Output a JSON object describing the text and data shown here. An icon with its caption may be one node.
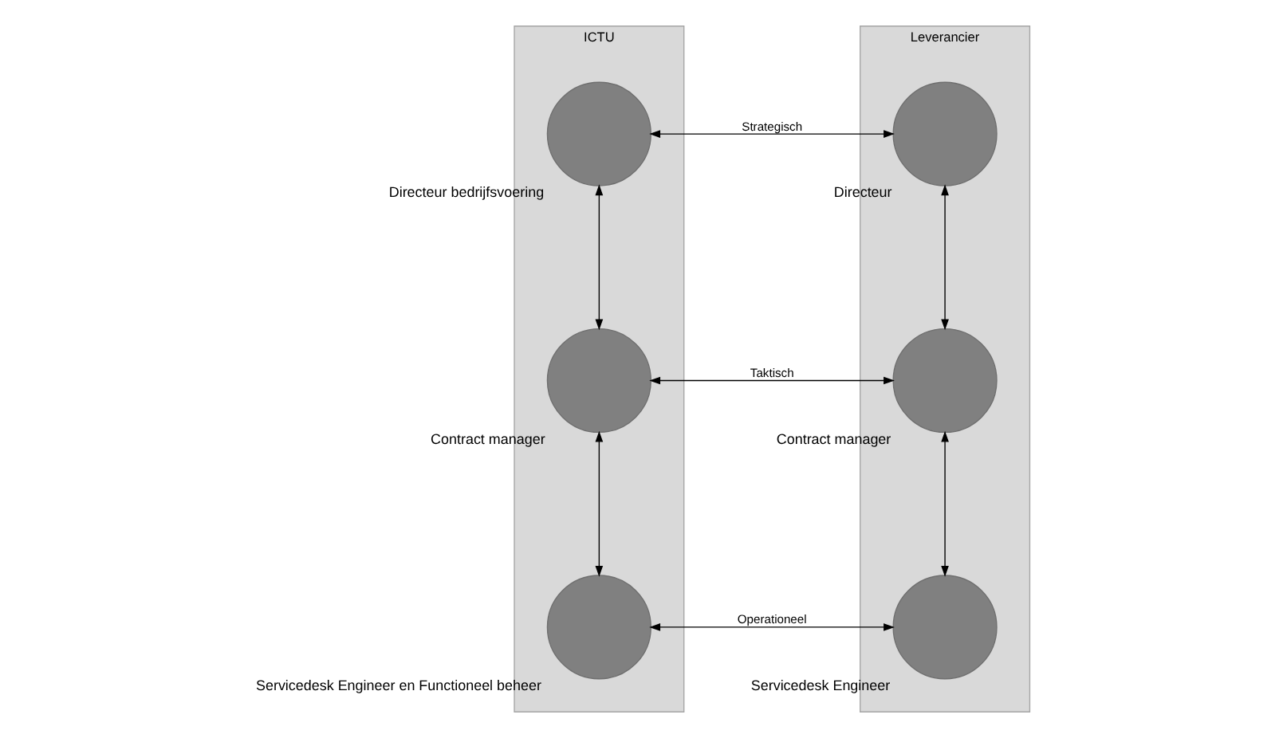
{
  "diagram": {
    "nodes": [
      {
        "text": [
          "ICTU"
        ]
      },
      {
        "text": [],
        "shape": "circle",
        "beside": [
          "Directeur bedrijfsvoering"
        ],
        "in": 0
      },
      {
        "text": [],
        "shape": "circle",
        "beside": [
          "Contract manager"
        ],
        "in": 0
      },
      {
        "text": [],
        "shape": "circle",
        "beside": [
          "Servicedesk Engineer en Functioneel beheer"
        ],
        "in": 0
      },
      {
        "text": [
          "Leverancier"
        ]
      },
      {
        "text": [],
        "shape": "circle",
        "beside": [
          "Directeur"
        ],
        "in": 4
      },
      {
        "text": [],
        "shape": "circle",
        "beside": [
          "Contract manager"
        ],
        "in": 4
      },
      {
        "text": [],
        "shape": "circle",
        "beside": [
          "Servicedesk Engineer"
        ],
        "in": 4
      }
    ],
    "edges": [
      {
        "from": 1,
        "to": 5,
        "arrow": "both",
        "label": "Strategisch"
      },
      {
        "from": 2,
        "to": 6,
        "arrow": "both",
        "label": "Taktisch"
      },
      {
        "from": 3,
        "to": 7,
        "arrow": "both",
        "label": "Operationeel"
      },
      {
        "from": 1,
        "to": 2,
        "arrow": "both"
      },
      {
        "from": 2,
        "to": 3,
        "arrow": "both"
      },
      {
        "from": 5,
        "to": 6,
        "arrow": "both"
      },
      {
        "from": 6,
        "to": 7,
        "arrow": "both"
      }
    ]
  }
}
